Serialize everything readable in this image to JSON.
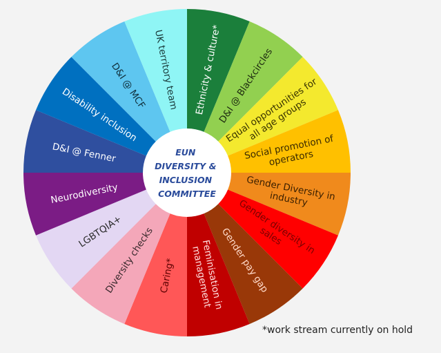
{
  "center": {
    "lines": [
      "EUN",
      "DIVERSITY &",
      "INCLUSION",
      "COMMITTEE"
    ],
    "color": "#2a4b9b"
  },
  "footnote": "*work stream currently on hold",
  "segments": [
    {
      "lines": [
        "Ethnicity & culture*"
      ],
      "color": "#1b7f3b",
      "text_color": "#ffffff"
    },
    {
      "lines": [
        "D&I @ Blackcircles"
      ],
      "color": "#92d050",
      "text_color": "#1d2a10"
    },
    {
      "lines": [
        "Equal opportunities for",
        "all age groups"
      ],
      "color": "#f4e92e",
      "text_color": "#3a3500"
    },
    {
      "lines": [
        "Social promotion of",
        "operators"
      ],
      "color": "#ffc000",
      "text_color": "#3a2a00"
    },
    {
      "lines": [
        "Gender Diversity in",
        "industry"
      ],
      "color": "#f08a1c",
      "text_color": "#3a1f00"
    },
    {
      "lines": [
        "Gender diversity in",
        "sales"
      ],
      "color": "#ff0000",
      "text_color": "#7a0000"
    },
    {
      "lines": [
        "Gender pay gap"
      ],
      "color": "#993808",
      "text_color": "#ffd9c8"
    },
    {
      "lines": [
        "Feminisation in",
        "management"
      ],
      "color": "#c00000",
      "text_color": "#ffe0e0"
    },
    {
      "lines": [
        "Caring*"
      ],
      "color": "#ff5757",
      "text_color": "#5a0000"
    },
    {
      "lines": [
        "Diversity checks"
      ],
      "color": "#f4a7b9",
      "text_color": "#3a2a2e"
    },
    {
      "lines": [
        "LGBTQIA+"
      ],
      "color": "#e3d7f3",
      "text_color": "#2a2a2a"
    },
    {
      "lines": [
        "Neurodiversity"
      ],
      "color": "#7b1c85",
      "text_color": "#ffffff"
    },
    {
      "lines": [
        "D&I @ Fenner"
      ],
      "color": "#2f4f9f",
      "text_color": "#ffffff"
    },
    {
      "lines": [
        "Disability inclusion"
      ],
      "color": "#0070c0",
      "text_color": "#ffffff"
    },
    {
      "lines": [
        "D&I @ MCF"
      ],
      "color": "#5ec6f0",
      "text_color": "#10303d"
    },
    {
      "lines": [
        "UK territory team"
      ],
      "color": "#8ff5f5",
      "text_color": "#1a3a3a"
    }
  ]
}
